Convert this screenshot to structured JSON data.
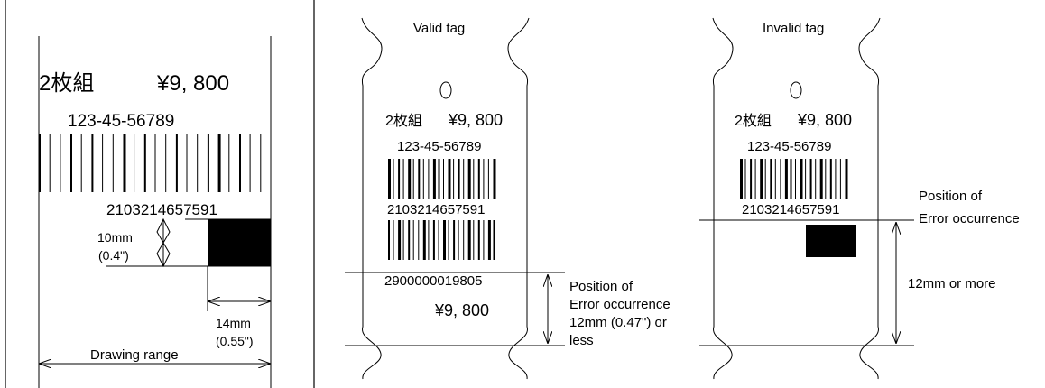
{
  "left_panel": {
    "set_label": "2枚組",
    "price": "¥9, 800",
    "product_code": "123-45-56789",
    "barcode_number": "2103214657591",
    "height_dim": "10mm",
    "height_dim_inch": "(0.4\")",
    "width_dim": "14mm",
    "width_dim_inch": "(0.55\")",
    "drawing_range": "Drawing range"
  },
  "valid_tag": {
    "title": "Valid tag",
    "set_label": "2枚組",
    "price": "¥9, 800",
    "product_code": "123-45-56789",
    "barcode_number": "2103214657591",
    "barcode2_number": "2900000019805",
    "bottom_price": "¥9, 800",
    "error_label_line1": "Position of",
    "error_label_line2": "Error occurrence",
    "error_label_line3": "12mm (0.47\") or",
    "error_label_line4": "less"
  },
  "invalid_tag": {
    "title": "Invalid tag",
    "set_label": "2枚組",
    "price": "¥9, 800",
    "product_code": "123-45-56789",
    "barcode_number": "2103214657591",
    "error_label_line1": "Position of",
    "error_label_line2": "Error occurrence",
    "distance_label": "12mm or more"
  }
}
